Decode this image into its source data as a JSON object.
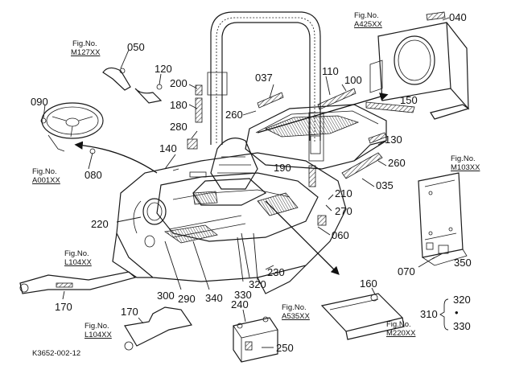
{
  "drawing_code": "K3652-002-12",
  "callouts": {
    "c040": "040",
    "c050": "050",
    "c120": "120",
    "c090": "090",
    "c080": "080",
    "c037": "037",
    "c110": "110",
    "c100": "100",
    "c200": "200",
    "c180": "180",
    "c260a": "260",
    "c280": "280",
    "c140": "140",
    "c150": "150",
    "c130": "130",
    "c190": "190",
    "c260b": "260",
    "c035": "035",
    "c210": "210",
    "c270": "270",
    "c220": "220",
    "c060": "060",
    "c300": "300",
    "c290": "290",
    "c340": "340",
    "c330": "330",
    "c320": "320",
    "c230": "230",
    "c170a": "170",
    "c170b": "170",
    "c240": "240",
    "c250": "250",
    "c160": "160",
    "c350": "350",
    "c070": "070",
    "c310": "310",
    "c320b": "320",
    "c330b": "330"
  },
  "figure_refs": {
    "a425": {
      "label": "Fig.No.",
      "ref": "A425XX"
    },
    "m127": {
      "label": "Fig.No.",
      "ref": "M127XX"
    },
    "a001": {
      "label": "Fig.No.",
      "ref": "A001XX"
    },
    "m103": {
      "label": "Fig.No.",
      "ref": "M103XX"
    },
    "l104a": {
      "label": "Fig.No.",
      "ref": "L104XX"
    },
    "l104b": {
      "label": "Fig.No.",
      "ref": "L104XX"
    },
    "a535": {
      "label": "Fig.No.",
      "ref": "A535XX"
    },
    "m220": {
      "label": "Fig.No.",
      "ref": "M220XX"
    }
  },
  "group_marker": "•"
}
